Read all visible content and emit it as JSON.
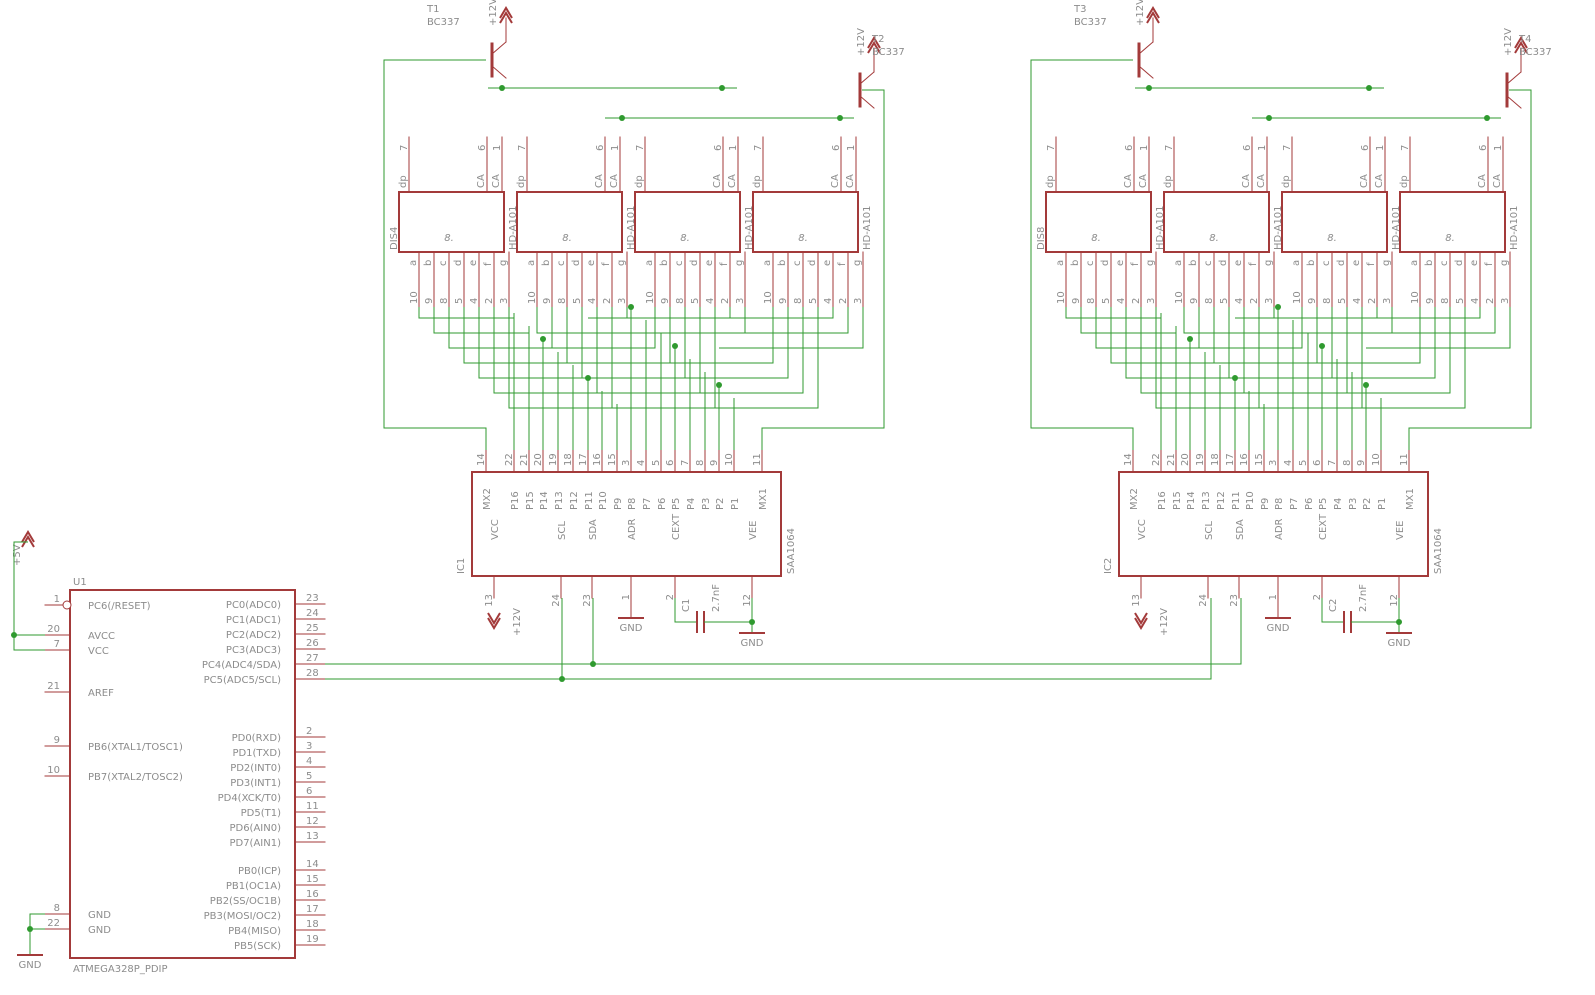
{
  "colors": {
    "body": "#a33a3a",
    "wire": "#2f9a2f",
    "junction": "#2f9a2f",
    "text": "#8c8c8c",
    "display_digit": "#a33a3a"
  },
  "mcu": {
    "ref": "U1",
    "value": "ATMEGA328P_PDIP",
    "left_pins": [
      {
        "num": "1",
        "name": "PC6(/RESET)"
      },
      {
        "num": "20",
        "name": "AVCC"
      },
      {
        "num": "7",
        "name": "VCC"
      },
      {
        "num": "21",
        "name": "AREF"
      },
      {
        "num": "9",
        "name": "PB6(XTAL1/TOSC1)"
      },
      {
        "num": "10",
        "name": "PB7(XTAL2/TOSC2)"
      },
      {
        "num": "8",
        "name": "GND"
      },
      {
        "num": "22",
        "name": "GND"
      }
    ],
    "right_pins": [
      {
        "num": "23",
        "name": "PC0(ADC0)"
      },
      {
        "num": "24",
        "name": "PC1(ADC1)"
      },
      {
        "num": "25",
        "name": "PC2(ADC2)"
      },
      {
        "num": "26",
        "name": "PC3(ADC3)"
      },
      {
        "num": "27",
        "name": "PC4(ADC4/SDA)"
      },
      {
        "num": "28",
        "name": "PC5(ADC5/SCL)"
      },
      {
        "num": "2",
        "name": "PD0(RXD)"
      },
      {
        "num": "3",
        "name": "PD1(TXD)"
      },
      {
        "num": "4",
        "name": "PD2(INT0)"
      },
      {
        "num": "5",
        "name": "PD3(INT1)"
      },
      {
        "num": "6",
        "name": "PD4(XCK/T0)"
      },
      {
        "num": "11",
        "name": "PD5(T1)"
      },
      {
        "num": "12",
        "name": "PD6(AIN0)"
      },
      {
        "num": "13",
        "name": "PD7(AIN1)"
      },
      {
        "num": "14",
        "name": "PB0(ICP)"
      },
      {
        "num": "15",
        "name": "PB1(OC1A)"
      },
      {
        "num": "16",
        "name": "PB2(SS/OC1B)"
      },
      {
        "num": "17",
        "name": "PB3(MOSI/OC2)"
      },
      {
        "num": "18",
        "name": "PB4(MISO)"
      },
      {
        "num": "19",
        "name": "PB5(SCK)"
      }
    ]
  },
  "power": {
    "v5": "+5V",
    "v12": "+12V",
    "gnd": "GND"
  },
  "drivers": [
    {
      "ref": "IC1",
      "value": "SAA1064"
    },
    {
      "ref": "IC2",
      "value": "SAA1064"
    }
  ],
  "driver_pins": {
    "top": [
      {
        "num": "14",
        "name": "MX2"
      },
      {
        "num": "22",
        "name": "P16"
      },
      {
        "num": "21",
        "name": "P15"
      },
      {
        "num": "20",
        "name": "P14"
      },
      {
        "num": "19",
        "name": "P13"
      },
      {
        "num": "18",
        "name": "P12"
      },
      {
        "num": "17",
        "name": "P11"
      },
      {
        "num": "16",
        "name": "P10"
      },
      {
        "num": "15",
        "name": "P9"
      },
      {
        "num": "3",
        "name": "P8"
      },
      {
        "num": "4",
        "name": "P7"
      },
      {
        "num": "5",
        "name": "P6"
      },
      {
        "num": "6",
        "name": "P5"
      },
      {
        "num": "7",
        "name": "P4"
      },
      {
        "num": "8",
        "name": "P3"
      },
      {
        "num": "9",
        "name": "P2"
      },
      {
        "num": "10",
        "name": "P1"
      },
      {
        "num": "11",
        "name": "MX1"
      }
    ],
    "bottom": [
      {
        "num": "13",
        "name": "VCC"
      },
      {
        "num": "24",
        "name": "SCL"
      },
      {
        "num": "23",
        "name": "SDA"
      },
      {
        "num": "1",
        "name": "ADR"
      },
      {
        "num": "2",
        "name": "CEXT"
      },
      {
        "num": "12",
        "name": "VEE"
      }
    ]
  },
  "capacitors": [
    {
      "ref": "C1",
      "value": "2.7nF"
    },
    {
      "ref": "C2",
      "value": "2.7nF"
    }
  ],
  "transistors": [
    {
      "ref": "T1",
      "value": "BC337"
    },
    {
      "ref": "T2",
      "value": "BC337"
    },
    {
      "ref": "T3",
      "value": "BC337"
    },
    {
      "ref": "T4",
      "value": "BC337"
    }
  ],
  "displays": {
    "value": "HD-A101",
    "refs": [
      "DIS4",
      "DIS8"
    ],
    "digit_glyph": "8.",
    "top_pins": [
      {
        "num": "7",
        "name": "dp"
      },
      {
        "num": "6",
        "name": "CA"
      },
      {
        "num": "1",
        "name": "CA"
      }
    ],
    "bottom_pins": [
      {
        "num": "10",
        "name": "a"
      },
      {
        "num": "9",
        "name": "b"
      },
      {
        "num": "8",
        "name": "c"
      },
      {
        "num": "5",
        "name": "d"
      },
      {
        "num": "4",
        "name": "e"
      },
      {
        "num": "2",
        "name": "f"
      },
      {
        "num": "3",
        "name": "g"
      }
    ]
  }
}
